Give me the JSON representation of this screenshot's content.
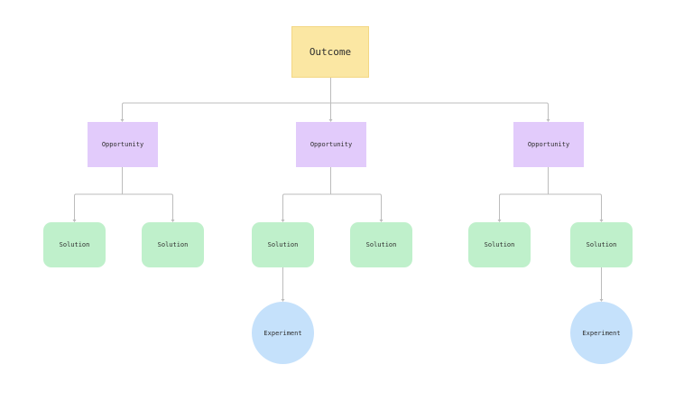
{
  "colors": {
    "outcome": "#fbe7a3",
    "opportunity": "#e2cbfb",
    "solution": "#bff0cb",
    "experiment": "#c5e1fb",
    "connector": "#bcbcbc"
  },
  "tree": {
    "outcome": {
      "label": "Outcome"
    },
    "opportunities": [
      {
        "label": "Opportunity",
        "solutions": [
          {
            "label": "Solution"
          },
          {
            "label": "Solution"
          }
        ]
      },
      {
        "label": "Opportunity",
        "solutions": [
          {
            "label": "Solution",
            "experiment": {
              "label": "Experiment"
            }
          },
          {
            "label": "Solution"
          }
        ]
      },
      {
        "label": "Opportunity",
        "solutions": [
          {
            "label": "Solution"
          },
          {
            "label": "Solution",
            "experiment": {
              "label": "Experiment"
            }
          }
        ]
      }
    ]
  }
}
